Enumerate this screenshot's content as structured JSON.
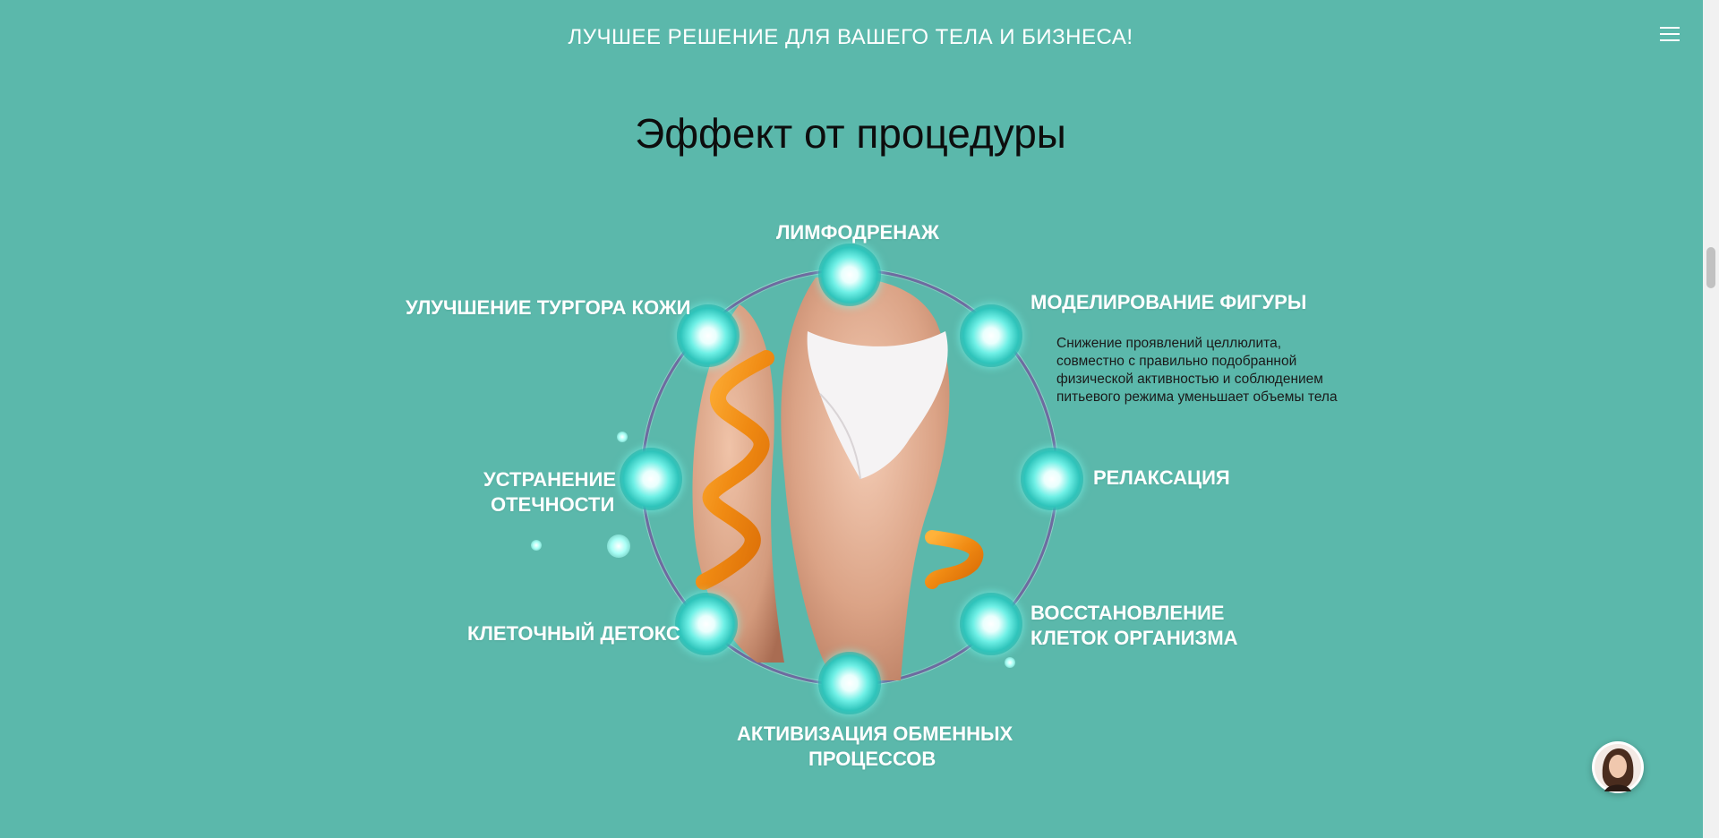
{
  "header": {
    "banner_text": "ЛУЧШЕЕ РЕШЕНИЕ ДЛЯ ВАШЕГО ТЕЛА И БИЗНЕСА!",
    "menu_icon": "hamburger-menu-icon"
  },
  "section": {
    "title": "Эффект от процедуры"
  },
  "effects": {
    "lymph": "ЛИМФОДРЕНАЖ",
    "turgor": "УЛУЧШЕНИЕ ТУРГОРА КОЖИ",
    "modeling": "МОДЕЛИРОВАНИЕ ФИГУРЫ",
    "modeling_desc": "Снижение проявлений целлюлита, совместно с правильно подобранной физической активностью и соблюдением питьевого режима уменьшает объемы тела",
    "edema_line1": "УСТРАНЕНИЕ",
    "edema_line2": "ОТЕЧНОСТИ",
    "relax": "РЕЛАКСАЦИЯ",
    "detox": "КЛЕТОЧНЫЙ ДЕТОКС",
    "restore_line1": "ВОССТАНОВЛЕНИЕ",
    "restore_line2": "КЛЕТОК ОРГАНИЗМА",
    "metabolism_line1": "АКТИВИЗАЦИЯ ОБМЕННЫХ",
    "metabolism_line2": "ПРОЦЕССОВ"
  },
  "colors": {
    "background": "#5bb8ab",
    "title": "#0d0d0d",
    "label": "#ffffff",
    "accent_orange": "#f28a1a",
    "ring": "#6e6ba0"
  },
  "chat": {
    "icon": "chat-avatar-icon"
  }
}
